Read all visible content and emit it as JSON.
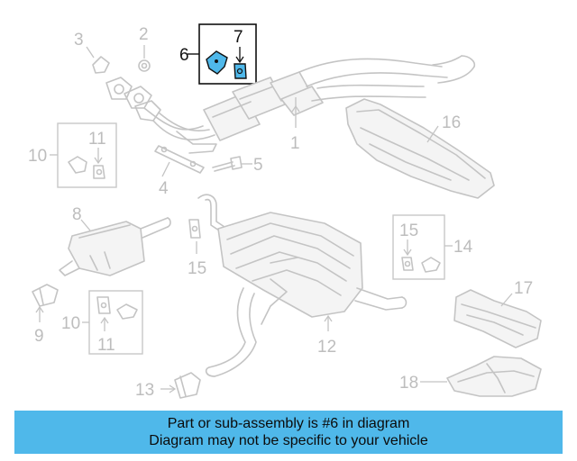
{
  "callouts": {
    "c1": "1",
    "c2": "2",
    "c3": "3",
    "c4": "4",
    "c5": "5",
    "c6": "6",
    "c7": "7",
    "c8": "8",
    "c9": "9",
    "c10a": "10",
    "c10b": "10",
    "c11a": "11",
    "c11b": "11",
    "c12": "12",
    "c13": "13",
    "c14": "14",
    "c15a": "15",
    "c15b": "15",
    "c16": "16",
    "c17": "17",
    "c18": "18"
  },
  "colors": {
    "highlight_part": "#4fb8ea",
    "banner_background": "#4fb8ea",
    "diagram_lines": "#c4c4c4"
  },
  "banner": {
    "line1": "Part or sub-assembly is #6 in diagram",
    "line2": "Diagram may not be specific to your vehicle"
  }
}
